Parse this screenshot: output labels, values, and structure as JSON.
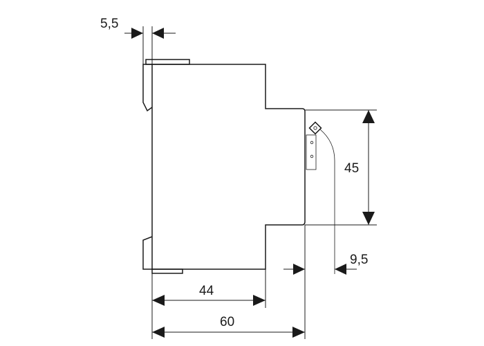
{
  "drawing": {
    "dimensions": {
      "top_width": "5,5",
      "terminal_height": "45",
      "terminal_offset": "9,5",
      "body_depth": "44",
      "total_depth": "60"
    }
  }
}
